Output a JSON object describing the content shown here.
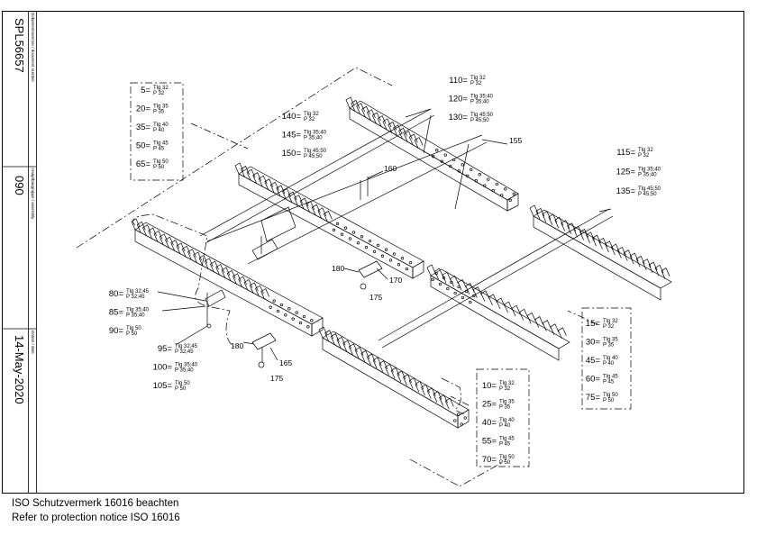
{
  "sidebar": {
    "document_number": "SPL56657",
    "document_number_caption": "Dokumentnummer / document number",
    "assembly": "090",
    "assembly_caption": "Hauptbaugruppe / assembly",
    "date": "14-May-2020",
    "date_caption": "Datum / date"
  },
  "notice": {
    "line1": "ISO Schutzvermerk 16016 beachten",
    "line2": "Refer to protection notice ISO 16016"
  },
  "box_topleft": [
    {
      "key": "5=",
      "l1": "Tlg 32",
      "l2": "P 32"
    },
    {
      "key": "20=",
      "l1": "Tlg 35",
      "l2": "P 35"
    },
    {
      "key": "35=",
      "l1": "Tlg 40",
      "l2": "P 40"
    },
    {
      "key": "50=",
      "l1": "Tlg 45",
      "l2": "P 45"
    },
    {
      "key": "65=",
      "l1": "Tlg 50",
      "l2": "P 50"
    }
  ],
  "group_top_center": [
    {
      "key": "140=",
      "l1": "Tlg 32",
      "l2": "P 32"
    },
    {
      "key": "145=",
      "l1": "Tlg 35;40",
      "l2": "P 35;40"
    },
    {
      "key": "150=",
      "l1": "Tlg 45;50",
      "l2": "P 45;50"
    }
  ],
  "group_top_right": [
    {
      "key": "110=",
      "l1": "Tlg 32",
      "l2": "P 32"
    },
    {
      "key": "120=",
      "l1": "Tlg 35;40",
      "l2": "P 35;40"
    },
    {
      "key": "130=",
      "l1": "Tlg 45;50",
      "l2": "P 45;50"
    }
  ],
  "group_right": [
    {
      "key": "115=",
      "l1": "Tlg 32",
      "l2": "P 32"
    },
    {
      "key": "125=",
      "l1": "Tlg 35;40",
      "l2": "P 35;40"
    },
    {
      "key": "135=",
      "l1": "Tlg 45;50",
      "l2": "P 45;50"
    }
  ],
  "group_left": [
    {
      "key": "80=",
      "l1": "Tlg 32;45",
      "l2": "P 32;45"
    },
    {
      "key": "85=",
      "l1": "Tlg 35;40",
      "l2": "P 35;40"
    },
    {
      "key": "90=",
      "l1": "Tlg 50",
      "l2": "P 50"
    }
  ],
  "group_bottom_left": [
    {
      "key": "95=",
      "l1": "Tlg 32;45",
      "l2": "P 32;45"
    },
    {
      "key": "100=",
      "l1": "Tlg 35;40",
      "l2": "P 35;40"
    },
    {
      "key": "105=",
      "l1": "Tlg 50",
      "l2": "P 50"
    }
  ],
  "box_bottom_center": [
    {
      "key": "10=",
      "l1": "Tlg 32",
      "l2": "P 32"
    },
    {
      "key": "25=",
      "l1": "Tlg 35",
      "l2": "P 35"
    },
    {
      "key": "40=",
      "l1": "Tlg 40",
      "l2": "P 40"
    },
    {
      "key": "55=",
      "l1": "Tlg 45",
      "l2": "P 45"
    },
    {
      "key": "70=",
      "l1": "Tlg 50",
      "l2": "P 50"
    }
  ],
  "box_right": [
    {
      "key": "15=",
      "l1": "Tlg 32",
      "l2": "P 32"
    },
    {
      "key": "30=",
      "l1": "Tlg 35",
      "l2": "P 35"
    },
    {
      "key": "45=",
      "l1": "Tlg 40",
      "l2": "P 40"
    },
    {
      "key": "60=",
      "l1": "Tlg 45",
      "l2": "P 45"
    },
    {
      "key": "75=",
      "l1": "Tlg 50",
      "l2": "P 50"
    }
  ],
  "callouts": {
    "c155": "155",
    "c160": "160",
    "c170": "170",
    "c175a": "175",
    "c180a": "180",
    "c180b": "180",
    "c165": "165",
    "c175b": "175"
  }
}
